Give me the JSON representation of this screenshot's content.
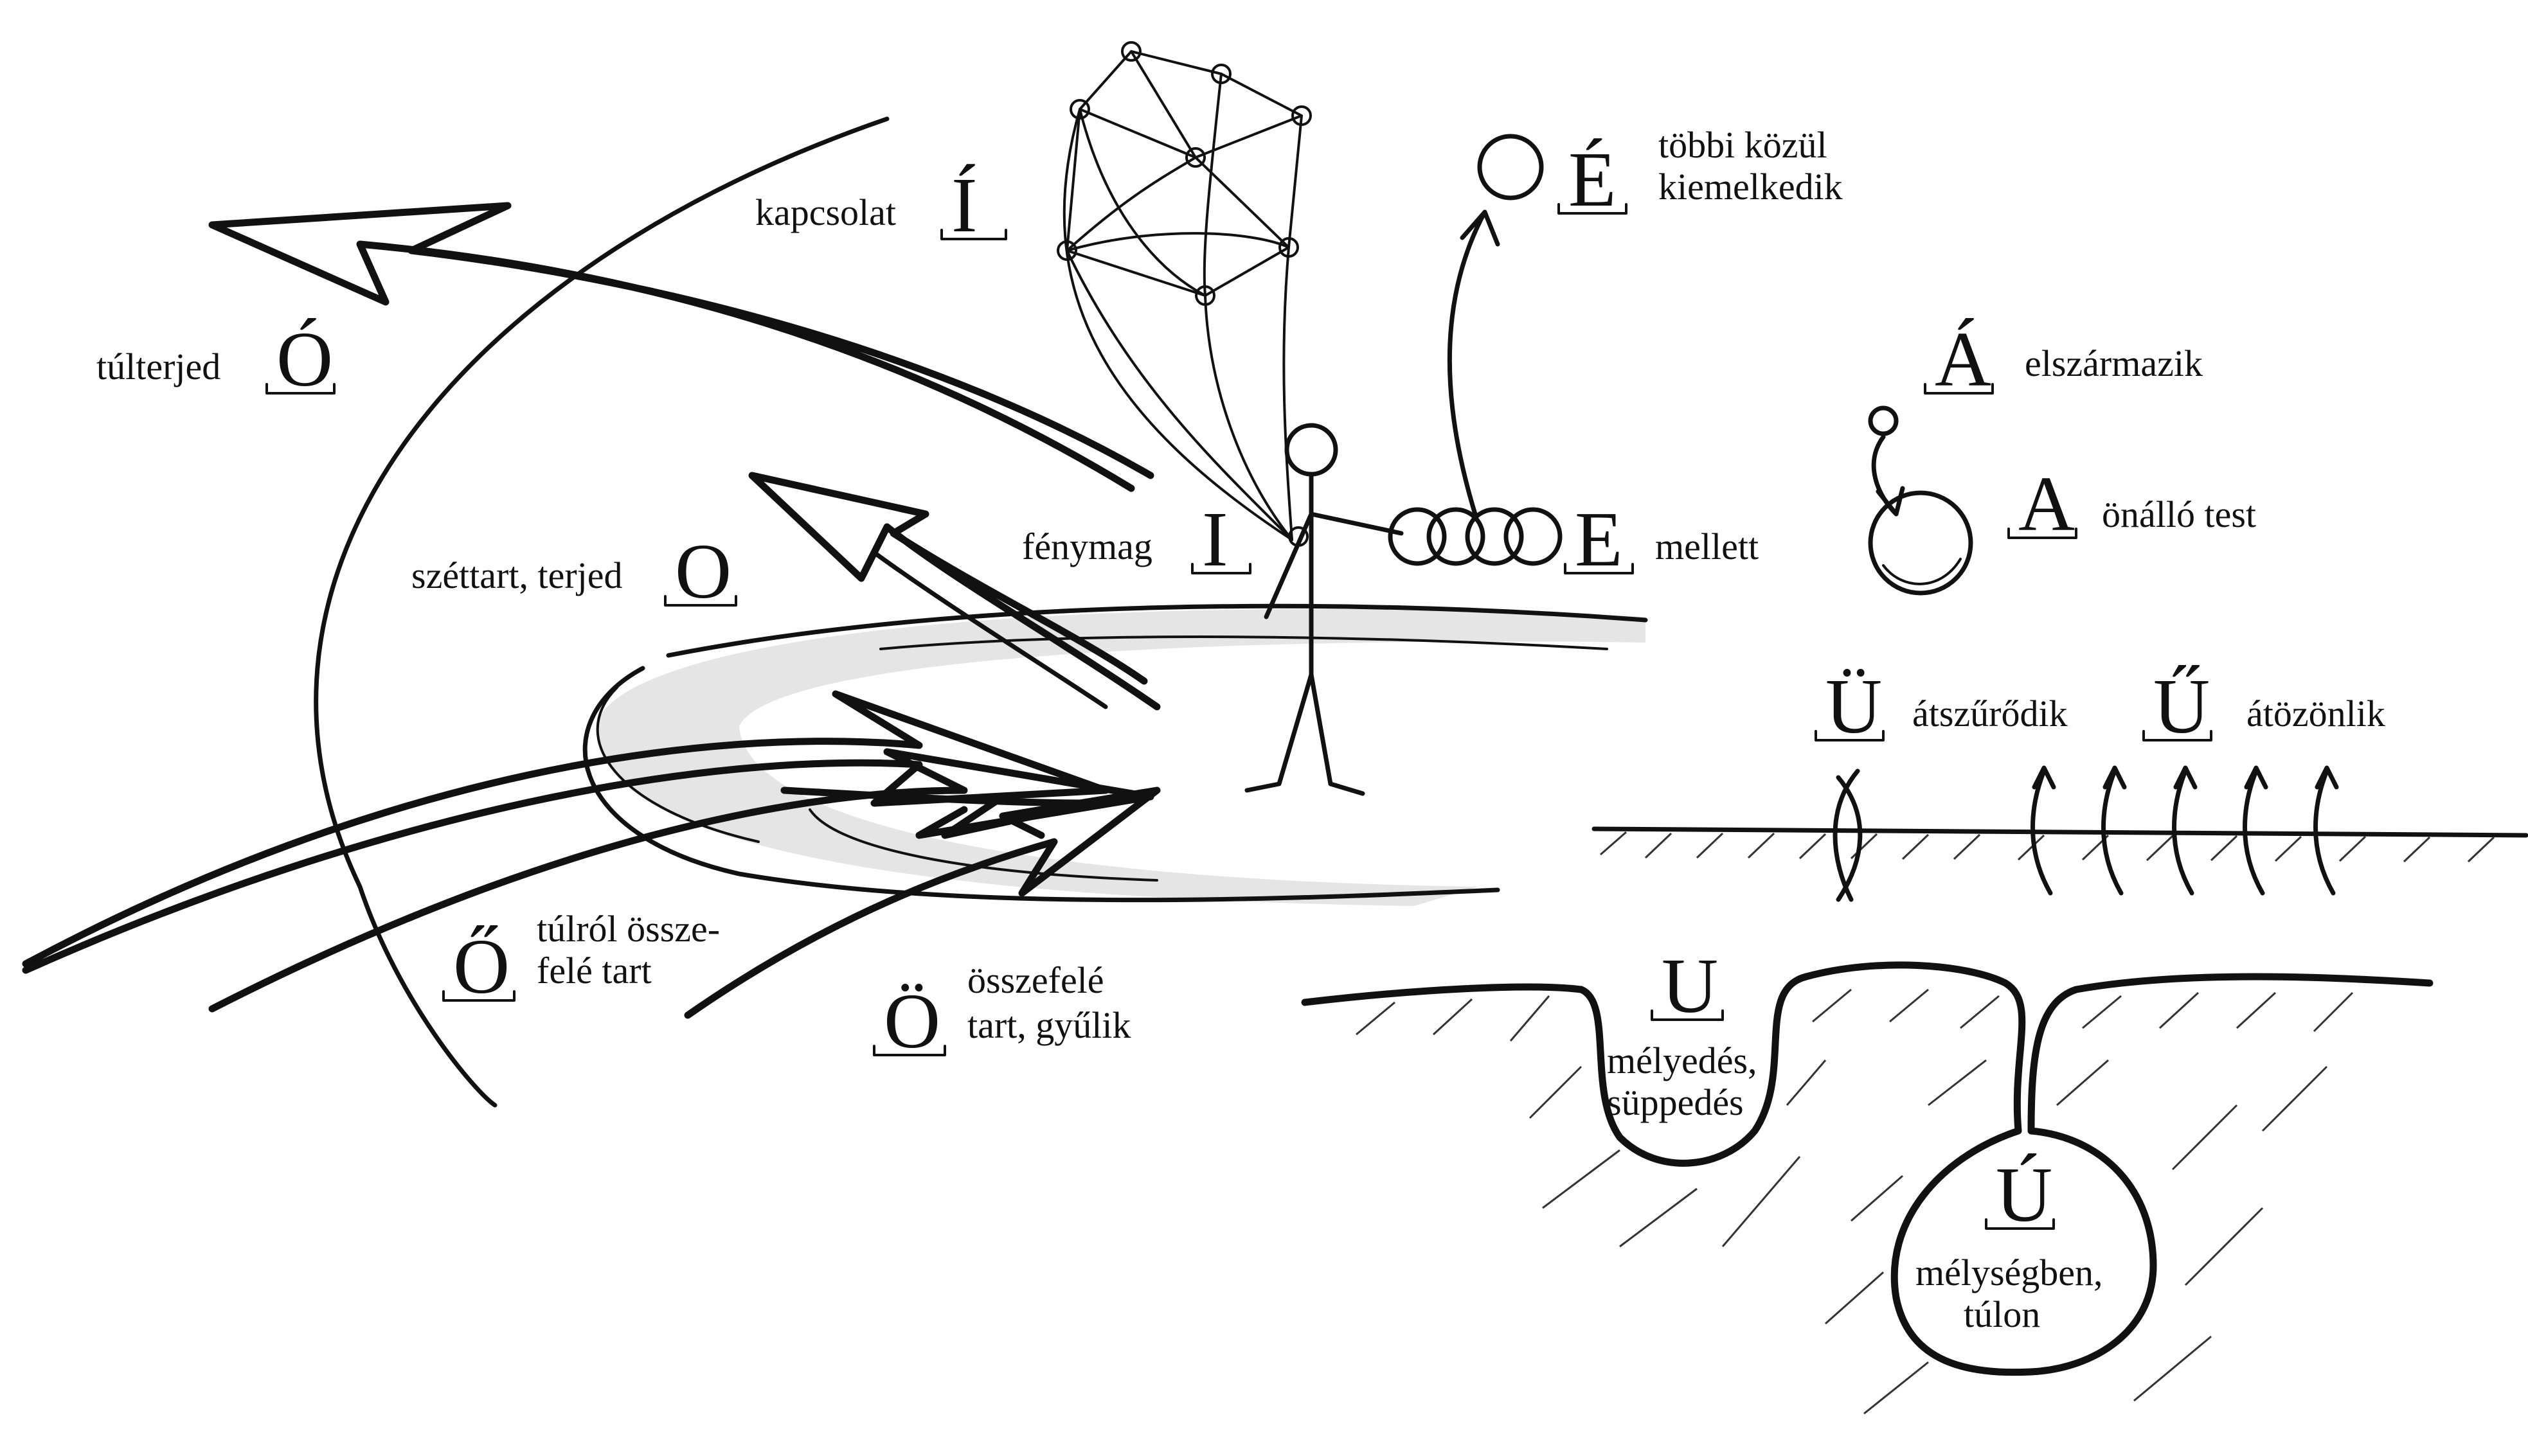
{
  "colors": {
    "ink": "#111111",
    "paper": "#ffffff",
    "shade": "#cfcfcf"
  },
  "sounds": [
    {
      "id": "i_acute",
      "letter": "Í",
      "label": [
        "kapcsolat"
      ]
    },
    {
      "id": "e_acute",
      "letter": "É",
      "label": [
        "többi közül",
        "kiemelkedik"
      ]
    },
    {
      "id": "o_acute",
      "letter": "Ó",
      "label": [
        "túlterjed"
      ]
    },
    {
      "id": "a_acute",
      "letter": "Á",
      "label": [
        "elszármazik"
      ]
    },
    {
      "id": "a",
      "letter": "A",
      "label": [
        "önálló test"
      ]
    },
    {
      "id": "o",
      "letter": "O",
      "label": [
        "széttart, terjed"
      ]
    },
    {
      "id": "i",
      "letter": "I",
      "label": [
        "fénymag"
      ]
    },
    {
      "id": "e",
      "letter": "E",
      "label": [
        "mellett"
      ]
    },
    {
      "id": "u_uml",
      "letter": "Ü",
      "label": [
        "átszűrődik"
      ]
    },
    {
      "id": "u_dbl",
      "letter": "Ű",
      "label": [
        "átözönlik"
      ]
    },
    {
      "id": "o_dbl",
      "letter": "Ő",
      "label": [
        "túlról össze-",
        "felé tart"
      ]
    },
    {
      "id": "o_uml",
      "letter": "Ö",
      "label": [
        "összefelé",
        "tart, gyűlik"
      ]
    },
    {
      "id": "u",
      "letter": "U",
      "label": [
        "mélyedés,",
        "süppedés"
      ]
    },
    {
      "id": "u_acute",
      "letter": "Ú",
      "label": [
        "mélységben,",
        "túlon"
      ]
    }
  ]
}
